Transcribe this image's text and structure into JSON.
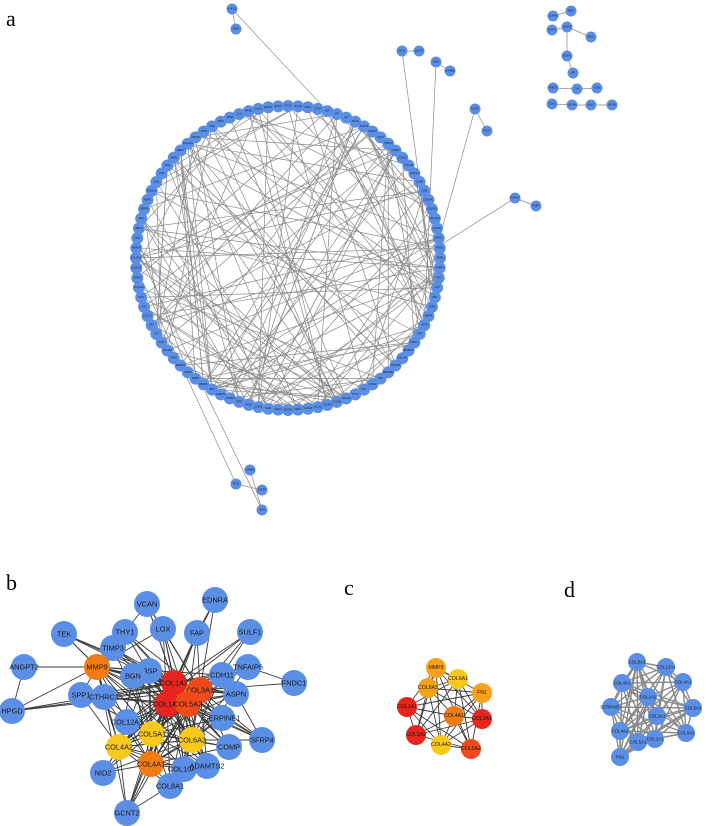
{
  "panel_labels": {
    "a": "a",
    "b": "b",
    "c": "c",
    "d": "d"
  },
  "colors": {
    "blue": "#5b8fe6",
    "red": "#e8261f",
    "red_orange": "#ee4a1c",
    "orange": "#f37b13",
    "amber": "#f7a11a",
    "yellow": "#f9c81c"
  },
  "panel_a": {
    "labels": [
      "PDGF",
      "ALOX5",
      "FMO2",
      "CTSK",
      "LEP",
      "LTF",
      "SIZ",
      "SCGN",
      "ENPP2",
      "ANGPT",
      "GPC3",
      "POSTN",
      "ANPEP",
      "COL8A2",
      "COL1A2",
      "OLFML3",
      "COMP",
      "CD34",
      "COL14A1",
      "COL5A2",
      "COL12A1",
      "COL3A1",
      "SPARC",
      "THBS2",
      "TIMP3",
      "SFRP4",
      "FN1",
      "LOX",
      "BGN",
      "VCAN",
      "MMP9",
      "ASPN",
      "FAP",
      "FNDC1",
      "ADAMTS2",
      "COL10A1",
      "TNFAIP6",
      "SERPINE1",
      "TEK",
      "CHI3L1",
      "DPT",
      "THY1",
      "COL6A3",
      "COL4A1",
      "COL4A2",
      "COL1A1",
      "COL5A1",
      "CDH11",
      "EDNRA",
      "SULF1",
      "NID2",
      "GCNT2",
      "HPGD",
      "SPP1",
      "CTHRC1",
      "ANGPT2",
      "IBSP",
      "MFAP5",
      "MMP3",
      "NTRK2",
      "EFEMP1",
      "FBN1",
      "COL6A6",
      "HAS2",
      "KIT",
      "NPY",
      "CXCL12",
      "IGF1",
      "FGF7",
      "PLA2G2A",
      "SFRP2",
      "COL11A1",
      "COL15A1",
      "MXRA5",
      "ISLR",
      "FBLN1",
      "ELN",
      "AEBP1",
      "MMP2",
      "PCOLCE",
      "OGN",
      "LUM",
      "DCN",
      "FMOD",
      "PRELP",
      "COL21A1",
      "ADH1B",
      "TNXB",
      "CFD",
      "RBP4",
      "APOD",
      "CLU",
      "NR4A1",
      "GULP1",
      "MGST1",
      "SCN7A"
    ],
    "pendants": [
      "NAP1L3",
      "EMP1",
      "RGS1",
      "CXCR4",
      "SELE",
      "KCNMB1",
      "ACKR1",
      "ITGA7"
    ],
    "small": [
      "SCARA5",
      "DCHS1",
      "PDE5",
      "HOXA5",
      "NRG1",
      "SCNN1",
      "LPP",
      "PRELP2",
      "CA4",
      "CD36",
      "CD52",
      "SLC4A4",
      "ADH7",
      "ABCA8"
    ]
  },
  "panel_b": {
    "nodes": [
      {
        "label": "VCAN",
        "color": "blue"
      },
      {
        "label": "EDNRA",
        "color": "blue"
      },
      {
        "label": "THY1",
        "color": "blue"
      },
      {
        "label": "LOX",
        "color": "blue"
      },
      {
        "label": "FAP",
        "color": "blue"
      },
      {
        "label": "SULF1",
        "color": "blue"
      },
      {
        "label": "TEK",
        "color": "blue"
      },
      {
        "label": "TIMP3",
        "color": "blue"
      },
      {
        "label": "ANGPT2",
        "color": "blue"
      },
      {
        "label": "MMP9",
        "color": "orange"
      },
      {
        "label": "IBSP",
        "color": "blue"
      },
      {
        "label": "BGN",
        "color": "blue"
      },
      {
        "label": "FN1",
        "color": "amber"
      },
      {
        "label": "COL1A2",
        "color": "red"
      },
      {
        "label": "COL3A1",
        "color": "red_orange"
      },
      {
        "label": "CDH11",
        "color": "blue"
      },
      {
        "label": "TNFAIP6",
        "color": "blue"
      },
      {
        "label": "FNDC1",
        "color": "blue"
      },
      {
        "label": "ASPN",
        "color": "blue"
      },
      {
        "label": "SPP1",
        "color": "blue"
      },
      {
        "label": "CTHRC1",
        "color": "blue"
      },
      {
        "label": "COL1A1",
        "color": "red"
      },
      {
        "label": "COL5A2",
        "color": "red_orange"
      },
      {
        "label": "SERPINE1",
        "color": "blue"
      },
      {
        "label": "HPGD",
        "color": "blue"
      },
      {
        "label": "COL12A1",
        "color": "blue"
      },
      {
        "label": "COL5A1",
        "color": "yellow"
      },
      {
        "label": "COL6A3",
        "color": "yellow"
      },
      {
        "label": "COL4A2",
        "color": "yellow"
      },
      {
        "label": "COMP",
        "color": "blue"
      },
      {
        "label": "SFRP4",
        "color": "blue"
      },
      {
        "label": "COL4A1",
        "color": "orange"
      },
      {
        "label": "COL10A1",
        "color": "blue"
      },
      {
        "label": "ADAMTS2",
        "color": "blue"
      },
      {
        "label": "NID2",
        "color": "blue"
      },
      {
        "label": "COL8A1",
        "color": "blue"
      },
      {
        "label": "GCNT2",
        "color": "blue"
      }
    ]
  },
  "panel_c": {
    "nodes": [
      {
        "label": "MMP9",
        "color": "amber"
      },
      {
        "label": "COL6A3",
        "color": "amber"
      },
      {
        "label": "COL6A1",
        "color": "yellow"
      },
      {
        "label": "FN1",
        "color": "amber"
      },
      {
        "label": "COL1A1",
        "color": "red"
      },
      {
        "label": "COL4A1",
        "color": "orange"
      },
      {
        "label": "COL3A1",
        "color": "red"
      },
      {
        "label": "COL1A2",
        "color": "red"
      },
      {
        "label": "COL4A2",
        "color": "yellow"
      },
      {
        "label": "COL5A2",
        "color": "red_orange"
      }
    ]
  },
  "panel_d": {
    "nodes": [
      "COL6A1",
      "COL12A1",
      "COL4A1",
      "COL4A1",
      "COL1A2",
      "SERPINE1",
      "COL3A1",
      "COL5A2",
      "COL4A2",
      "COL1A1",
      "COL6A3",
      "COL5A1",
      "FN1"
    ]
  }
}
